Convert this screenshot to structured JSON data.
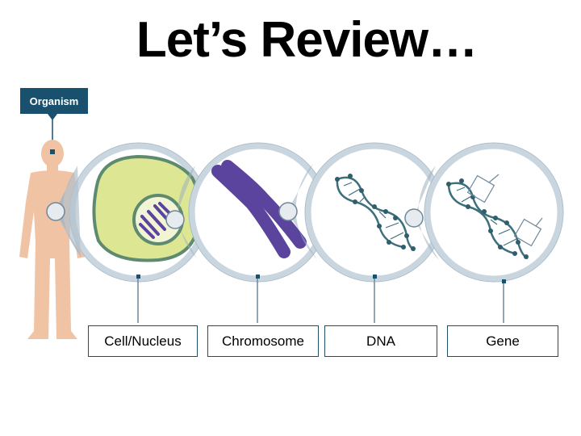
{
  "title": "Let’s Review…",
  "organism_label": "Organism",
  "labels": {
    "cell_nucleus": "Cell/Nucleus",
    "chromosome": "Chromosome",
    "dna": "DNA",
    "gene": "Gene"
  },
  "colors": {
    "human": "#f0c3a5",
    "ring": "#c9d6e0",
    "ring_border": "#a9bcc9",
    "cell": "#dde693",
    "cell_border": "#5e8a6f",
    "chromosome": "#5b449d",
    "dna": "#3d6f7c",
    "accent": "#19506e"
  }
}
